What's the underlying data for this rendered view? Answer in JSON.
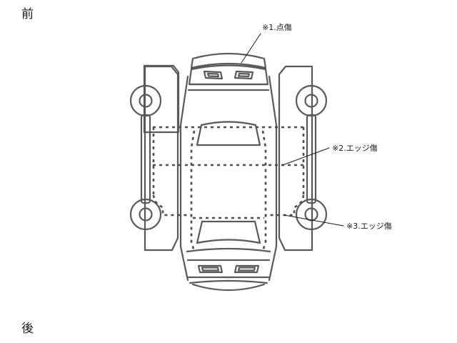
{
  "diagram": {
    "type": "vehicle-damage-inspection-unfolded-view",
    "orientation_labels": {
      "front": "前",
      "rear": "後"
    },
    "stroke_color": "#595959",
    "dash_color": "#4d4d4d",
    "leader_color": "#1a1a1a",
    "background": "#ffffff",
    "annotations": [
      {
        "id": "1",
        "label": "※1.点傷",
        "kind": "point-scratch",
        "target": "rear-spoiler-panel"
      },
      {
        "id": "2",
        "label": "※2.エッジ傷",
        "kind": "edge-scratch",
        "target": "roof-right-door-boundary"
      },
      {
        "id": "3",
        "label": "※3.エッジ傷",
        "kind": "edge-scratch",
        "target": "rear-right-quarter-boundary"
      }
    ],
    "views": {
      "center": "roof-top-view-with-rear-and-front-fascia",
      "left": "left-side-profile",
      "right": "right-side-profile"
    }
  }
}
